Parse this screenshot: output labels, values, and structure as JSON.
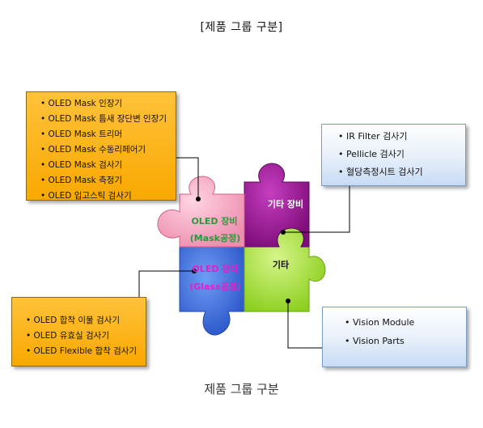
{
  "title": "[제품 그룹 구분]",
  "caption": "제품 그룹 구분",
  "pieces": {
    "mask": {
      "line1": "OLED 장비",
      "line2": "(Mask공정)",
      "color": "#f7a3bf"
    },
    "misc_equipment": {
      "label": "기타 장비",
      "color": "#a0159a"
    },
    "glass": {
      "line1": "OLED 장비",
      "line2": "(Glass공정)",
      "color": "#3d6ee0"
    },
    "other": {
      "label": "기타",
      "color": "#a6e23a"
    }
  },
  "boxes": {
    "mask": {
      "items": [
        "OLED Mask 인장기",
        "OLED Mask 틈새 장단변 인장기",
        "OLED Mask 트리머",
        "OLED Mask 수동리페어기",
        "OLED Mask 검사기",
        "OLED Mask 측정기",
        "OLED 입고스틱 검사기"
      ],
      "color": "#f9b000"
    },
    "glass": {
      "items": [
        "OLED 합착 이물 검사기",
        "OLED 유효실 검사기",
        "OLED Flexible 합착 검사기"
      ],
      "color": "#f9b000"
    },
    "misc_equipment": {
      "items": [
        "IR Filter 검사기",
        "Pellicle 검사기",
        "혈당측정시트 검사기"
      ],
      "color": "#d6e6f7"
    },
    "other": {
      "items": [
        "Vision  Module",
        "Vision Parts"
      ],
      "color": "#d6e6f7"
    }
  }
}
